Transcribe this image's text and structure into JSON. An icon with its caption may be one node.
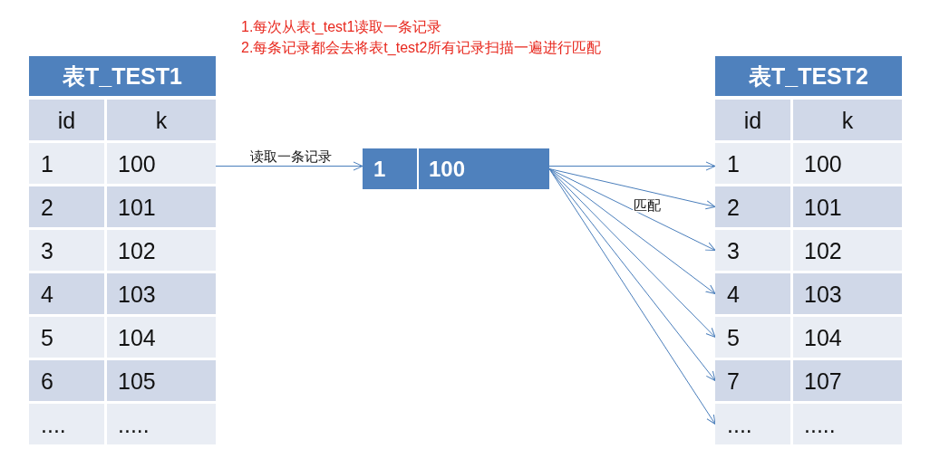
{
  "diagram": {
    "nodes": [
      {
        "text": [
          "表T_TEST1"
        ]
      },
      {
        "text": [
          "id",
          "k"
        ],
        "in": 0
      },
      {
        "text": [
          "1",
          "100"
        ],
        "in": 0
      },
      {
        "text": [
          "2",
          "101"
        ],
        "in": 0
      },
      {
        "text": [
          "3",
          "102"
        ],
        "in": 0
      },
      {
        "text": [
          "4",
          "103"
        ],
        "in": 0
      },
      {
        "text": [
          "5",
          "104"
        ],
        "in": 0
      },
      {
        "text": [
          "6",
          "105"
        ],
        "in": 0
      },
      {
        "text": [
          "....",
          "....."
        ],
        "in": 0
      },
      {
        "text": [
          "1",
          "100"
        ]
      },
      {
        "text": [
          "表T_TEST2"
        ]
      },
      {
        "text": [
          "id",
          "k"
        ],
        "in": 10
      },
      {
        "text": [
          "1",
          "100"
        ],
        "in": 10
      },
      {
        "text": [
          "2",
          "101"
        ],
        "in": 10
      },
      {
        "text": [
          "3",
          "102"
        ],
        "in": 10
      },
      {
        "text": [
          "4",
          "103"
        ],
        "in": 10
      },
      {
        "text": [
          "5",
          "104"
        ],
        "in": 10
      },
      {
        "text": [
          "7",
          "107"
        ],
        "in": 10
      },
      {
        "text": [
          "....",
          "....."
        ],
        "in": 10
      }
    ],
    "edges": [
      {
        "from": 2,
        "to": 9,
        "arrow": "to",
        "label": "读取一条记录"
      },
      {
        "from": 9,
        "to": 12,
        "arrow": "to"
      },
      {
        "from": 9,
        "to": 13,
        "arrow": "to",
        "label": "匹配"
      },
      {
        "from": 9,
        "to": 14,
        "arrow": "to"
      },
      {
        "from": 9,
        "to": 15,
        "arrow": "to"
      },
      {
        "from": 9,
        "to": 16,
        "arrow": "to"
      },
      {
        "from": 9,
        "to": 17,
        "arrow": "to"
      },
      {
        "from": 9,
        "to": 18,
        "arrow": "to"
      }
    ],
    "labels": [
      "1.每次从表t_test1读取一条记录",
      "2.每条记录都会去将表t_test2所有记录扫描一遍进行匹配"
    ]
  }
}
